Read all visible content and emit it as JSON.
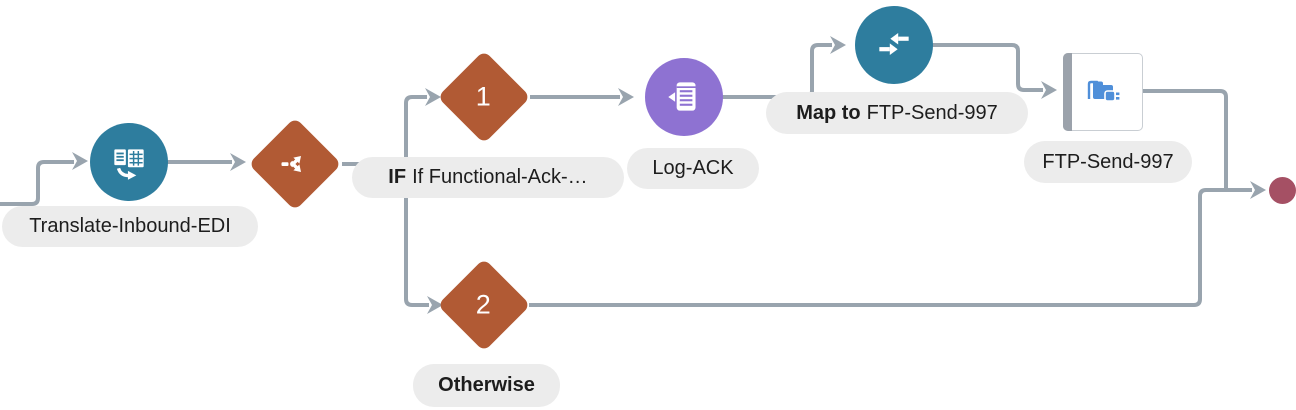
{
  "diagram": {
    "translate": {
      "label": "Translate-Inbound-EDI"
    },
    "switch": {
      "keyword": "IF",
      "condition": "If Functional-Ack-…"
    },
    "branch1": {
      "number": "1"
    },
    "log": {
      "label": "Log-ACK"
    },
    "map": {
      "keyword": "Map to",
      "target": "FTP-Send-997"
    },
    "ftp": {
      "label": "FTP-Send-997"
    },
    "branch2": {
      "number": "2",
      "label": "Otherwise"
    }
  },
  "icons": {
    "translate": "translate-icon",
    "switch": "branch-arrows-icon",
    "log": "logger-icon",
    "map": "map-arrows-icon",
    "ftp": "ftp-adapter-icon",
    "end": "end-node-circle"
  },
  "colors": {
    "activity_blue": "#2e7d9e",
    "logger_purple": "#8e72d2",
    "branch_orange": "#b15a34",
    "connector_gray": "#99a4ae",
    "label_background": "#ececec",
    "end_node_red": "#a55064",
    "ftp_icon_blue": "#4f8fd9",
    "card_edge_gray": "#9ba2ab"
  }
}
